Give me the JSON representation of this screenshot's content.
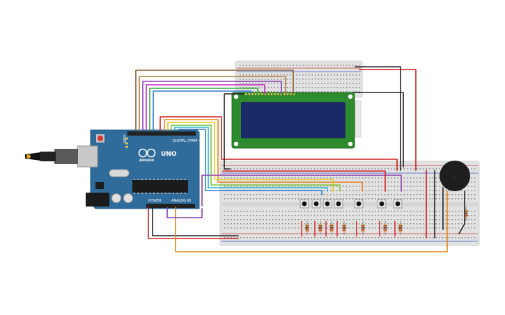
{
  "arduino": {
    "model_label": "UNO",
    "brand_label": "ARDUINO",
    "digital_label": "DIGITAL (PWM~)",
    "power_label": "POWER",
    "analog_label": "ANALOG IN",
    "aref_label": "AREF",
    "gnd_label": "GND"
  },
  "colors": {
    "board_blue": "#2f6b9b",
    "breadboard": "#e2e2e2",
    "lcd_green": "#2d8a2d",
    "lcd_screen": "#1a2a66",
    "buzzer": "#1e1e1e",
    "wire_red": "#d11e1e",
    "wire_black": "#222222",
    "wire_orange": "#e8821a",
    "wire_yellow": "#e6c619",
    "wire_green": "#3aa83a",
    "wire_blue": "#2a7bd6",
    "wire_purple": "#8a3db0",
    "wire_brown": "#8a5a2b",
    "wire_cyan": "#2bb5c9",
    "wire_magenta": "#c226c2"
  },
  "components": {
    "pushbutton_count": 7,
    "resistor_count": 8,
    "usb_connector": "usb-b-icon",
    "power_jack": "dc-jack-icon"
  }
}
